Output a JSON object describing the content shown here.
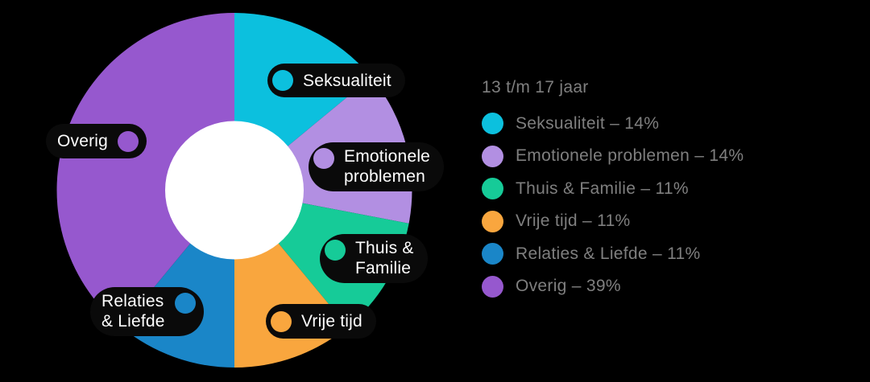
{
  "background_color": "#000000",
  "chart_data": {
    "type": "pie",
    "donut": true,
    "title": "13 t/m 17 jaar",
    "legend_position": "right",
    "direction": "clockwise",
    "start_angle_deg": -90,
    "value_suffix": "%",
    "separator": "–",
    "categories": [
      "Seksualiteit",
      "Emotionele problemen",
      "Thuis & Familie",
      "Vrije tijd",
      "Relaties & Liefde",
      "Overig"
    ],
    "values": [
      14,
      14,
      11,
      11,
      11,
      39
    ],
    "colors": [
      "#0cc0de",
      "#b28fe2",
      "#16cb98",
      "#f9a63e",
      "#1a86c8",
      "#9658ce"
    ],
    "hole_color": "#ffffff",
    "legend_entries": [
      "Seksualiteit – 14%",
      "Emotionele problemen – 14%",
      "Thuis & Familie – 11%",
      "Vrije tijd – 11%",
      "Relaties & Liefde – 11%",
      "Overig – 39%"
    ]
  },
  "callouts": [
    {
      "lines": [
        "Seksualiteit"
      ],
      "category_index": 0,
      "dot_side": "left"
    },
    {
      "lines": [
        "Emotionele",
        "problemen"
      ],
      "category_index": 1,
      "dot_side": "left"
    },
    {
      "lines": [
        "Thuis &",
        "Familie"
      ],
      "category_index": 2,
      "dot_side": "left"
    },
    {
      "lines": [
        "Vrije tijd"
      ],
      "category_index": 3,
      "dot_side": "left"
    },
    {
      "lines": [
        "Relaties",
        "& Liefde"
      ],
      "category_index": 4,
      "dot_side": "right"
    },
    {
      "lines": [
        "Overig"
      ],
      "category_index": 5,
      "dot_side": "right"
    }
  ],
  "legend": {
    "text_color": "#7f7f7f"
  }
}
